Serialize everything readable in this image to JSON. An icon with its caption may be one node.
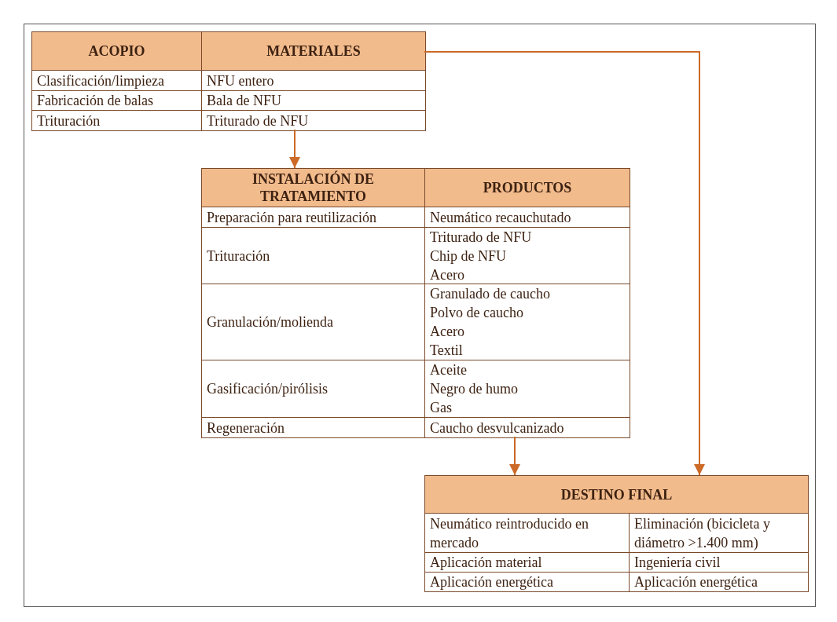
{
  "diagram": {
    "nodes": [
      {
        "text": [
          "ACOPIO",
          "MATERIALES",
          "Clasificación/limpieza",
          "NFU entero",
          "Fabricación de balas",
          "Bala de NFU",
          "Trituración",
          "Triturado de NFU"
        ]
      },
      {
        "text": [
          "INSTALACIÓN DE TRATAMIENTO",
          "PRODUCTOS",
          "Preparación para reutilización",
          "Neumático recauchutado",
          "Trituración",
          "Triturado de NFU",
          "Chip de NFU",
          "Acero",
          "Granulación/molienda",
          "Granulado de caucho",
          "Polvo de caucho",
          "Acero",
          "Textil",
          "Gasificación/pirólisis",
          "Aceite",
          "Negro de humo",
          "Gas",
          "Regeneración",
          "Caucho desvulcanizado"
        ]
      },
      {
        "text": [
          "DESTINO FINAL",
          "Neumático reintroducido en mercado",
          "Eliminación (bicicleta y diámetro >1.400 mm)",
          "Aplicación material",
          "Ingeniería civil",
          "Aplicación energética",
          "Aplicación energética"
        ]
      }
    ],
    "edges": [
      {
        "from": 0,
        "to": 1,
        "arrow": "to"
      },
      {
        "from": 1,
        "to": 2,
        "arrow": "to"
      },
      {
        "from": 0,
        "to": 2,
        "arrow": "to"
      }
    ]
  }
}
